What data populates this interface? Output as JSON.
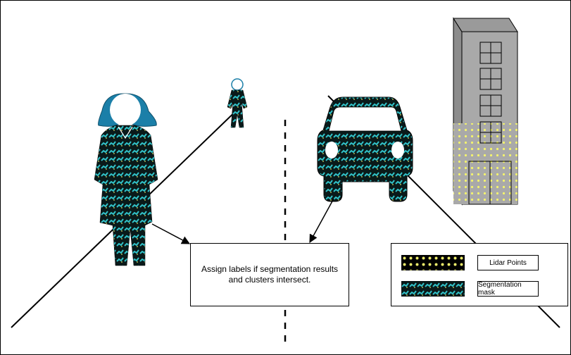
{
  "center_note": "Assign labels if segmentation results and clusters intersect.",
  "legend": {
    "items": [
      {
        "label": "Lidar Points",
        "pattern": "lidar-points"
      },
      {
        "label": "Segmentation mask",
        "pattern": "segmentation-mask"
      }
    ]
  },
  "colors": {
    "mask_dark": "#0a1a1a",
    "mask_teal": "#31c2c8",
    "lidar_yellow": "#ecec6a",
    "building_gray": "#a9a9a9",
    "hair_blue": "#1b7fa8"
  },
  "icons": [
    "woman-figure",
    "person-figure",
    "car-figure",
    "building-figure"
  ]
}
